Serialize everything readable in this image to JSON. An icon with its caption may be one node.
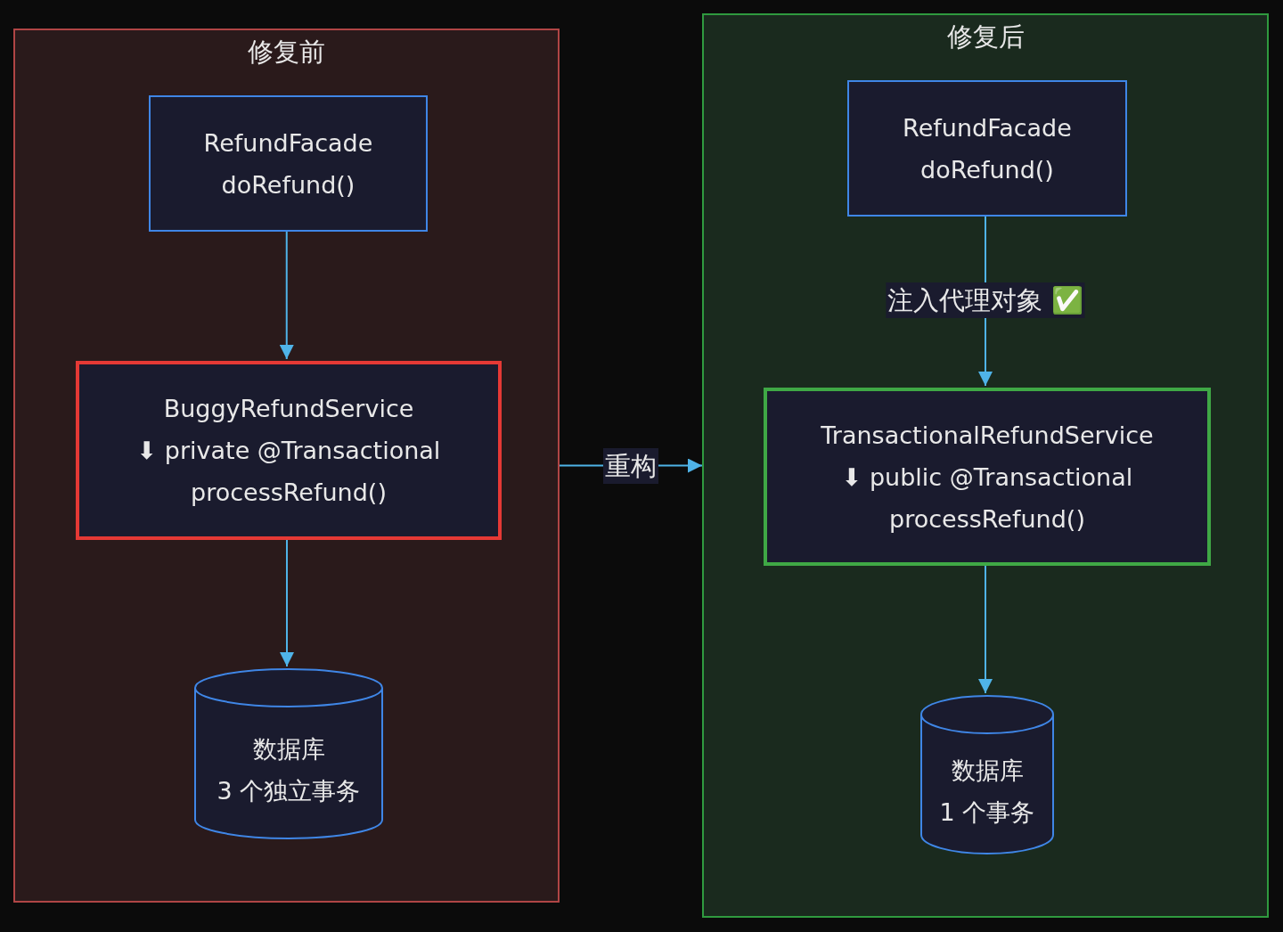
{
  "diagram": {
    "nodes": [
      {
        "text": [
          "修复前"
        ]
      },
      {
        "text": [
          "RefundFacade",
          "doRefund()"
        ],
        "in": 0
      },
      {
        "text": [
          "BuggyRefundService",
          "⬇ private @Transactional",
          "processRefund()"
        ],
        "in": 0
      },
      {
        "text": [
          "数据库",
          "3 个独立事务"
        ],
        "in": 0
      },
      {
        "text": [
          "修复后"
        ]
      },
      {
        "text": [
          "RefundFacade",
          "doRefund()"
        ],
        "in": 4
      },
      {
        "text": [
          "TransactionalRefundService",
          "⬇ public @Transactional",
          "processRefund()"
        ],
        "in": 4
      },
      {
        "text": [
          "数据库",
          "1 个事务"
        ],
        "in": 4
      }
    ],
    "edges": [
      {
        "from": 1,
        "to": 2,
        "arrow": "to"
      },
      {
        "from": 2,
        "to": 3,
        "arrow": "to"
      },
      {
        "from": 5,
        "to": 6,
        "arrow": "to",
        "label": "注入代理对象 ✅"
      },
      {
        "from": 6,
        "to": 7,
        "arrow": "to"
      },
      {
        "from": 0,
        "to": 4,
        "arrow": "to",
        "label": "重构"
      }
    ]
  }
}
